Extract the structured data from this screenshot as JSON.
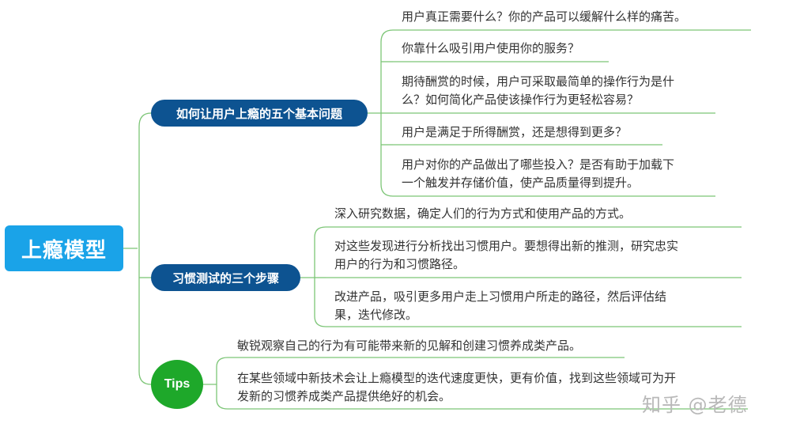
{
  "root": {
    "label": "上瘾模型"
  },
  "branches": [
    {
      "label": "如何让用户上瘾的五个基本问题",
      "children": [
        {
          "lines": [
            "用户真正需要什么？你的产品可以缓解什么样的痛苦。"
          ]
        },
        {
          "lines": [
            "你靠什么吸引用户使用你的服务？"
          ]
        },
        {
          "lines": [
            "期待酬赏的时候，用户可采取最简单的操作行为是什",
            "么？如何简化产品使该操作行为更轻松容易？"
          ]
        },
        {
          "lines": [
            "用户是满足于所得酬赏，还是想得到更多？"
          ]
        },
        {
          "lines": [
            "用户对你的产品做出了哪些投入？是否有助于加载下",
            "一个触发并存储价值，使产品质量得到提升。"
          ]
        }
      ]
    },
    {
      "label": "习惯测试的三个步骤",
      "children": [
        {
          "lines": [
            "深入研究数据，确定人们的行为方式和使用产品的方式。"
          ]
        },
        {
          "lines": [
            "对这些发现进行分析找出习惯用户。要想得出新的推测，研究忠实",
            "用户的行为和习惯路径。"
          ]
        },
        {
          "lines": [
            "改进产品，吸引更多用户走上习惯用户所走的路径，然后评估结",
            "果，迭代修改。"
          ]
        }
      ]
    },
    {
      "label": "Tips",
      "children": [
        {
          "lines": [
            "敏锐观察自己的行为有可能带来新的见解和创建习惯养成类产品。"
          ]
        },
        {
          "lines": [
            "在某些领域中新技术会让上瘾模型的迭代速度更快，更有价值，找到这些领域可为开",
            "发新的习惯养成类产品提供绝好的机会。"
          ]
        }
      ]
    }
  ],
  "watermark": "知乎 @老德",
  "colors": {
    "root": "#1aa3e8",
    "branch": "#0d5391",
    "tips": "#1ea82a",
    "connector": "#7cc576",
    "text": "#333333"
  }
}
